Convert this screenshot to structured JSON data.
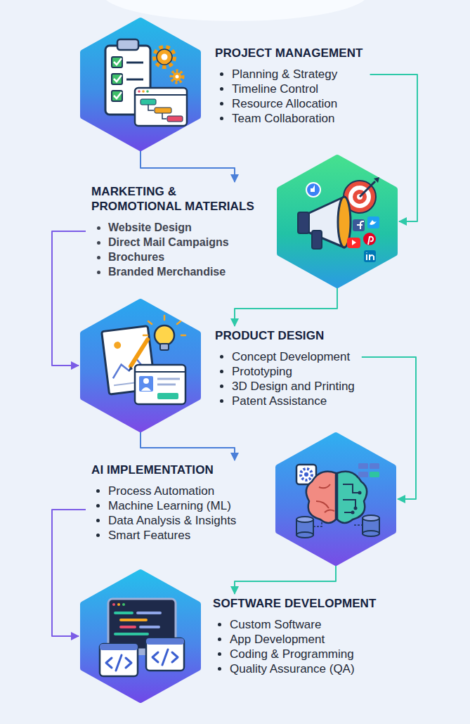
{
  "diagram": {
    "nodes": [
      {
        "text": [
          "PROJECT MANAGEMENT",
          "Planning & Strategy",
          "Timeline Control",
          "Resource Allocation",
          "Team Collaboration"
        ]
      },
      {
        "text": [
          "MARKETING & PROMOTIONAL MATERIALS",
          "Website Design",
          "Direct Mail Campaigns",
          "Brochures",
          "Branded Merchandise"
        ]
      },
      {
        "text": [
          "PRODUCT DESIGN",
          "Concept Development",
          "Prototyping",
          "3D Design and Printing",
          "Patent Assistance"
        ]
      },
      {
        "text": [
          "AI IMPLEMENTATION",
          "Process Automation",
          "Machine Learning (ML)",
          "Data Analysis & Insights",
          "Smart Features"
        ]
      },
      {
        "text": [
          "SOFTWARE DEVELOPMENT",
          "Custom Software",
          "App Development",
          "Coding & Programming",
          "Quality Assurance (QA)"
        ]
      }
    ],
    "edges": [
      {
        "from": 0,
        "to": 1,
        "arrow": "to"
      },
      {
        "from": 0,
        "to": 1,
        "arrow": "to"
      },
      {
        "from": 1,
        "to": 2,
        "arrow": "to"
      },
      {
        "from": 1,
        "to": 2,
        "arrow": "to"
      },
      {
        "from": 2,
        "to": 3,
        "arrow": "to"
      },
      {
        "from": 2,
        "to": 3,
        "arrow": "to"
      },
      {
        "from": 3,
        "to": 4,
        "arrow": "to"
      },
      {
        "from": 3,
        "to": 4,
        "arrow": "to"
      }
    ]
  }
}
